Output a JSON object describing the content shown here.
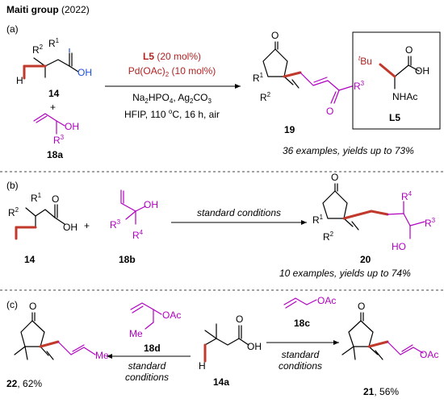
{
  "header": {
    "group": "Maiti group",
    "year": "(2022)"
  },
  "panel_a": {
    "label": "(a)",
    "acid": {
      "number": "14",
      "r1": "R",
      "r1_sup": "1",
      "r2": "R",
      "r2_sup": "2",
      "h": "H",
      "oh": "OH"
    },
    "plus": "+",
    "alcohol": {
      "number": "18a",
      "oh": "OH",
      "r3": "R",
      "r3_sup": "3"
    },
    "conditions": {
      "ligand_a": "L5",
      "ligand_b": " (20 mol%)",
      "catalyst_a": "Pd(OAc)",
      "catalyst_b": "2",
      "catalyst_c": " (10 mol%)",
      "additives_a": "Na",
      "additives_b": "2",
      "additives_c": "HPO",
      "additives_d": "4",
      "additives_e": ", Ag",
      "additives_f": "2",
      "additives_g": "CO",
      "additives_h": "3",
      "solvent_a": "HFIP, 110 ",
      "solvent_b": "o",
      "solvent_c": "C, 16 h, air"
    },
    "product": {
      "number": "19",
      "o": "O",
      "r1": "R",
      "r1_sup": "1",
      "r2": "R",
      "r2_sup": "2",
      "r3": "R",
      "r3_sup": "3"
    },
    "summary": "36 examples, yields up to 73%",
    "ligand_box": {
      "bu_prefix": "t",
      "bu": "Bu",
      "oh": "OH",
      "nhac": "NHAc",
      "o": "O",
      "name": "L5"
    }
  },
  "panel_b": {
    "label": "(b)",
    "acid": {
      "number": "14",
      "r1": "R",
      "r1_sup": "1",
      "r2": "R",
      "r2_sup": "2",
      "oh": "OH",
      "o": "O"
    },
    "plus": "+",
    "alcohol": {
      "number": "18b",
      "oh": "OH",
      "r3": "R",
      "r3_sup": "3",
      "r4": "R",
      "r4_sup": "4"
    },
    "conditions": "standard conditions",
    "product": {
      "number": "20",
      "o": "O",
      "r1": "R",
      "r1_sup": "1",
      "r2": "R",
      "r2_sup": "2",
      "r3": "R",
      "r3_sup": "3",
      "r4": "R",
      "r4_sup": "4",
      "ho": "HO"
    },
    "summary": "10 examples, yields up to 74%"
  },
  "panel_c": {
    "label": "(c)",
    "center": {
      "number": "14a",
      "oh": "OH",
      "o": "O",
      "h": "H"
    },
    "left_reagent": {
      "number": "18d",
      "oac": "OAc",
      "me": "Me"
    },
    "right_reagent": {
      "number": "18c",
      "oac": "OAc"
    },
    "left_conditions": [
      "standard",
      "conditions"
    ],
    "right_conditions": [
      "standard",
      "conditions"
    ],
    "left_product": {
      "number": "22",
      "yield": ", 62%",
      "o": "O",
      "me": "Me"
    },
    "right_product": {
      "number": "21",
      "yield": ", 56%",
      "o": "O",
      "oac": "OAc"
    }
  }
}
